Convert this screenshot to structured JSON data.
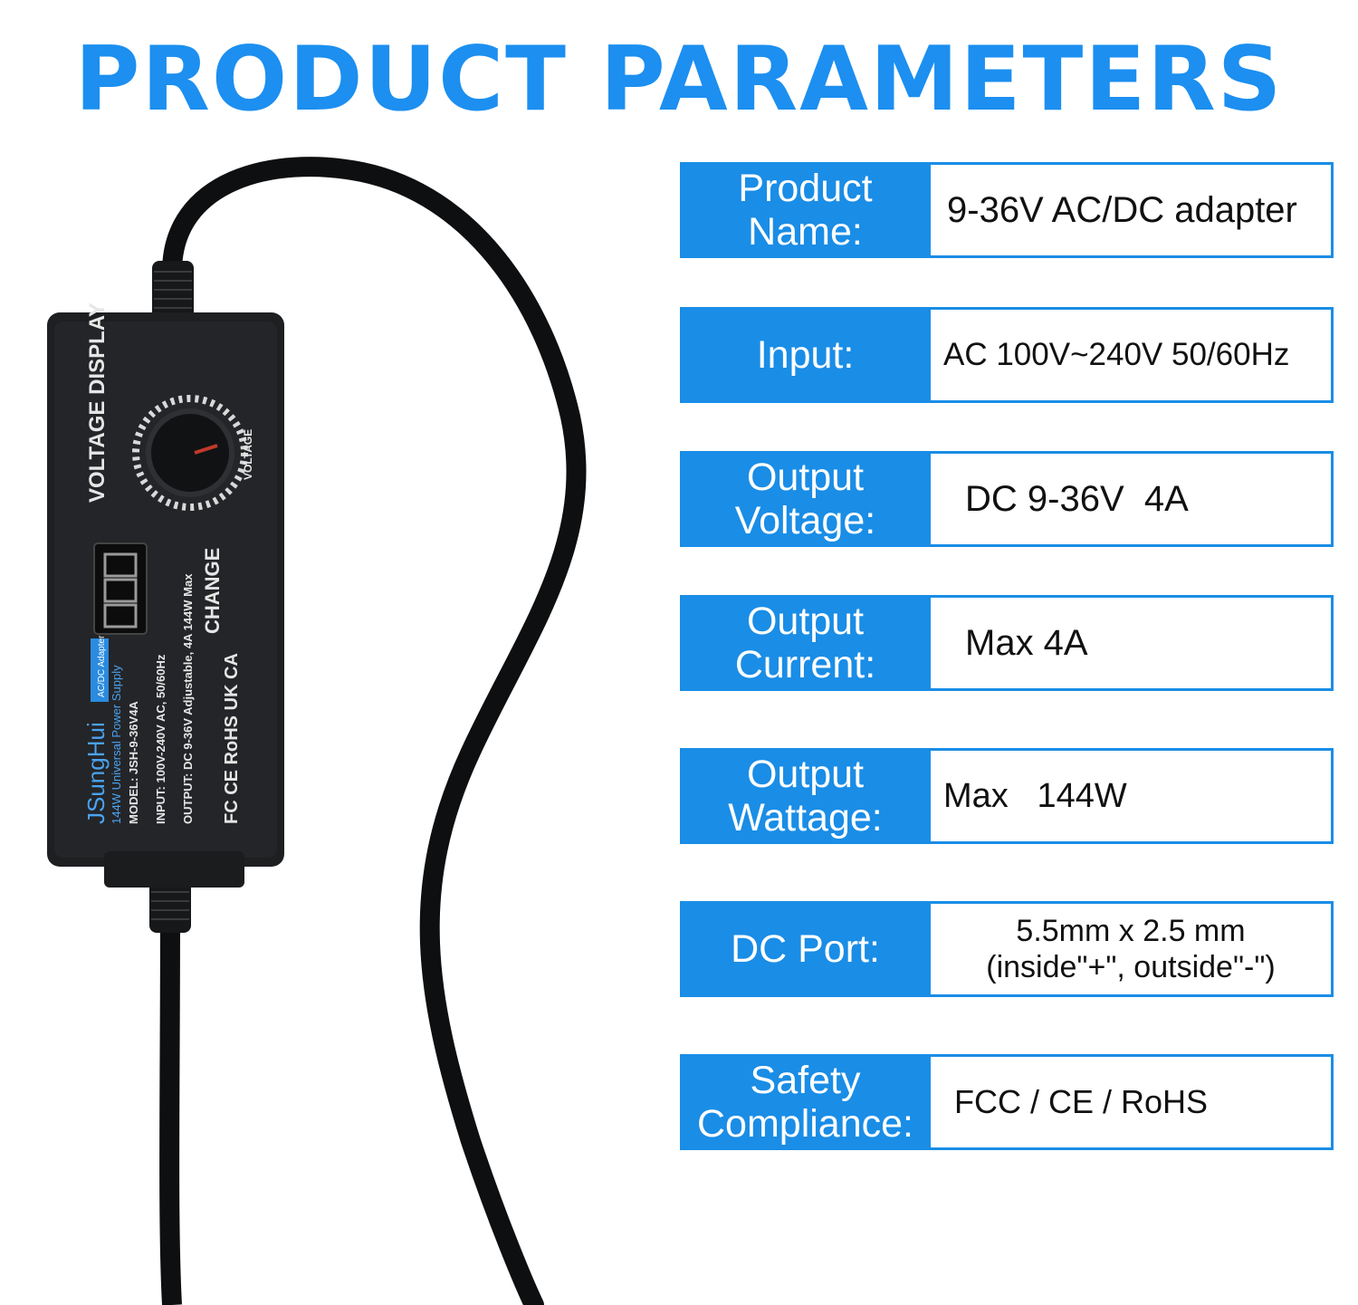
{
  "title": "PRODUCT PARAMETERS",
  "product_image": {
    "brand": "JSungHui",
    "badge": "AC/DC Adapter",
    "subtitle": "144W Universal Power Supply",
    "model": "MODEL: JSH-9-36V4A",
    "input": "INPUT: 100V-240V AC, 50/60Hz",
    "output": "OUTPUT: DC 9-36V Adjustable, 4A 144W Max",
    "voltage_display": "VOLTAGE DISPLAY",
    "voltage_knob": "VOLTAGE",
    "change": "CHANGE",
    "marks": "FC  CE  RoHS  UK CA"
  },
  "rows": [
    {
      "label_line1": "Product",
      "label_line2": "Name:",
      "value": "9-36V AC/DC adapter",
      "value2": ""
    },
    {
      "label_line1": "Input:",
      "label_line2": "",
      "value": "AC 100V~240V 50/60Hz",
      "value2": ""
    },
    {
      "label_line1": "Output",
      "label_line2": "Voltage:",
      "value": "DC 9-36V  4A",
      "value2": ""
    },
    {
      "label_line1": "Output",
      "label_line2": "Current:",
      "value": "Max 4A",
      "value2": ""
    },
    {
      "label_line1": "Output",
      "label_line2": "Wattage:",
      "value": "Max   144W",
      "value2": ""
    },
    {
      "label_line1": "DC Port:",
      "label_line2": "",
      "value": "5.5mm x 2.5 mm",
      "value2": "(inside\"+\", outside\"-\")"
    },
    {
      "label_line1": "Safety",
      "label_line2": "Compliance:",
      "value": "FCC / CE / RoHS",
      "value2": ""
    }
  ],
  "colors": {
    "accent": "#1a8de6",
    "title": "#1c8ff0",
    "adapter_body": "#1e1f21"
  }
}
